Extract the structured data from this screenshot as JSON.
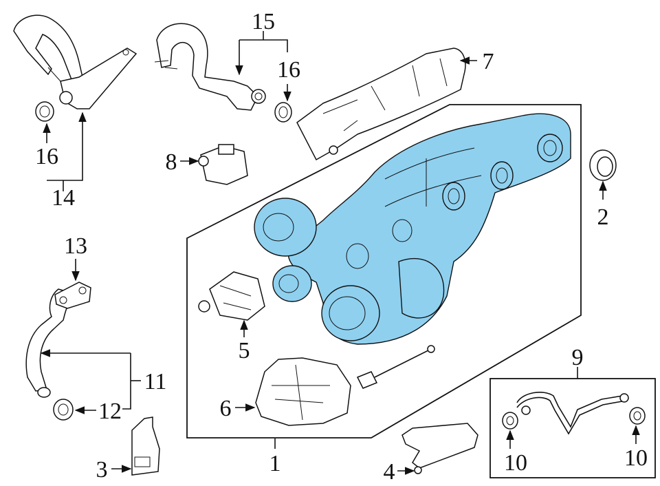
{
  "diagram": {
    "callouts": {
      "c1": "1",
      "c2": "2",
      "c3": "3",
      "c4": "4",
      "c5": "5",
      "c6": "6",
      "c7": "7",
      "c8": "8",
      "c9": "9",
      "c10a": "10",
      "c10b": "10",
      "c11": "11",
      "c12": "12",
      "c13": "13",
      "c14": "14",
      "c15": "15",
      "c16a": "16",
      "c16b": "16"
    },
    "colors": {
      "highlight": "#8fd0ef",
      "line": "#111111",
      "background": "#ffffff"
    }
  }
}
